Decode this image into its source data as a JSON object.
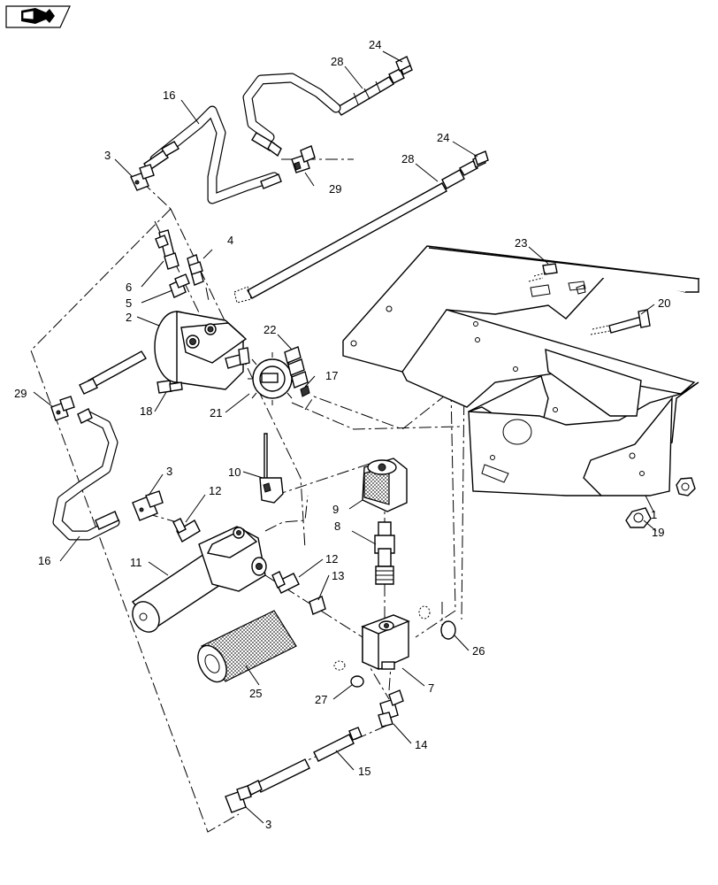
{
  "header": {
    "icon_name": "book-arrow-icon"
  },
  "callouts": [
    {
      "text": "1"
    },
    {
      "text": "2"
    },
    {
      "text": "3"
    },
    {
      "text": "3"
    },
    {
      "text": "3"
    },
    {
      "text": "4"
    },
    {
      "text": "5"
    },
    {
      "text": "6"
    },
    {
      "text": "7"
    },
    {
      "text": "8"
    },
    {
      "text": "9"
    },
    {
      "text": "10"
    },
    {
      "text": "11"
    },
    {
      "text": "12"
    },
    {
      "text": "12"
    },
    {
      "text": "13"
    },
    {
      "text": "14"
    },
    {
      "text": "15"
    },
    {
      "text": "16"
    },
    {
      "text": "16"
    },
    {
      "text": "17"
    },
    {
      "text": "18"
    },
    {
      "text": "19"
    },
    {
      "text": "20"
    },
    {
      "text": "21"
    },
    {
      "text": "22"
    },
    {
      "text": "23"
    },
    {
      "text": "24"
    },
    {
      "text": "24"
    },
    {
      "text": "25"
    },
    {
      "text": "26"
    },
    {
      "text": "27"
    },
    {
      "text": "28"
    },
    {
      "text": "28"
    },
    {
      "text": "29"
    },
    {
      "text": "29"
    }
  ]
}
